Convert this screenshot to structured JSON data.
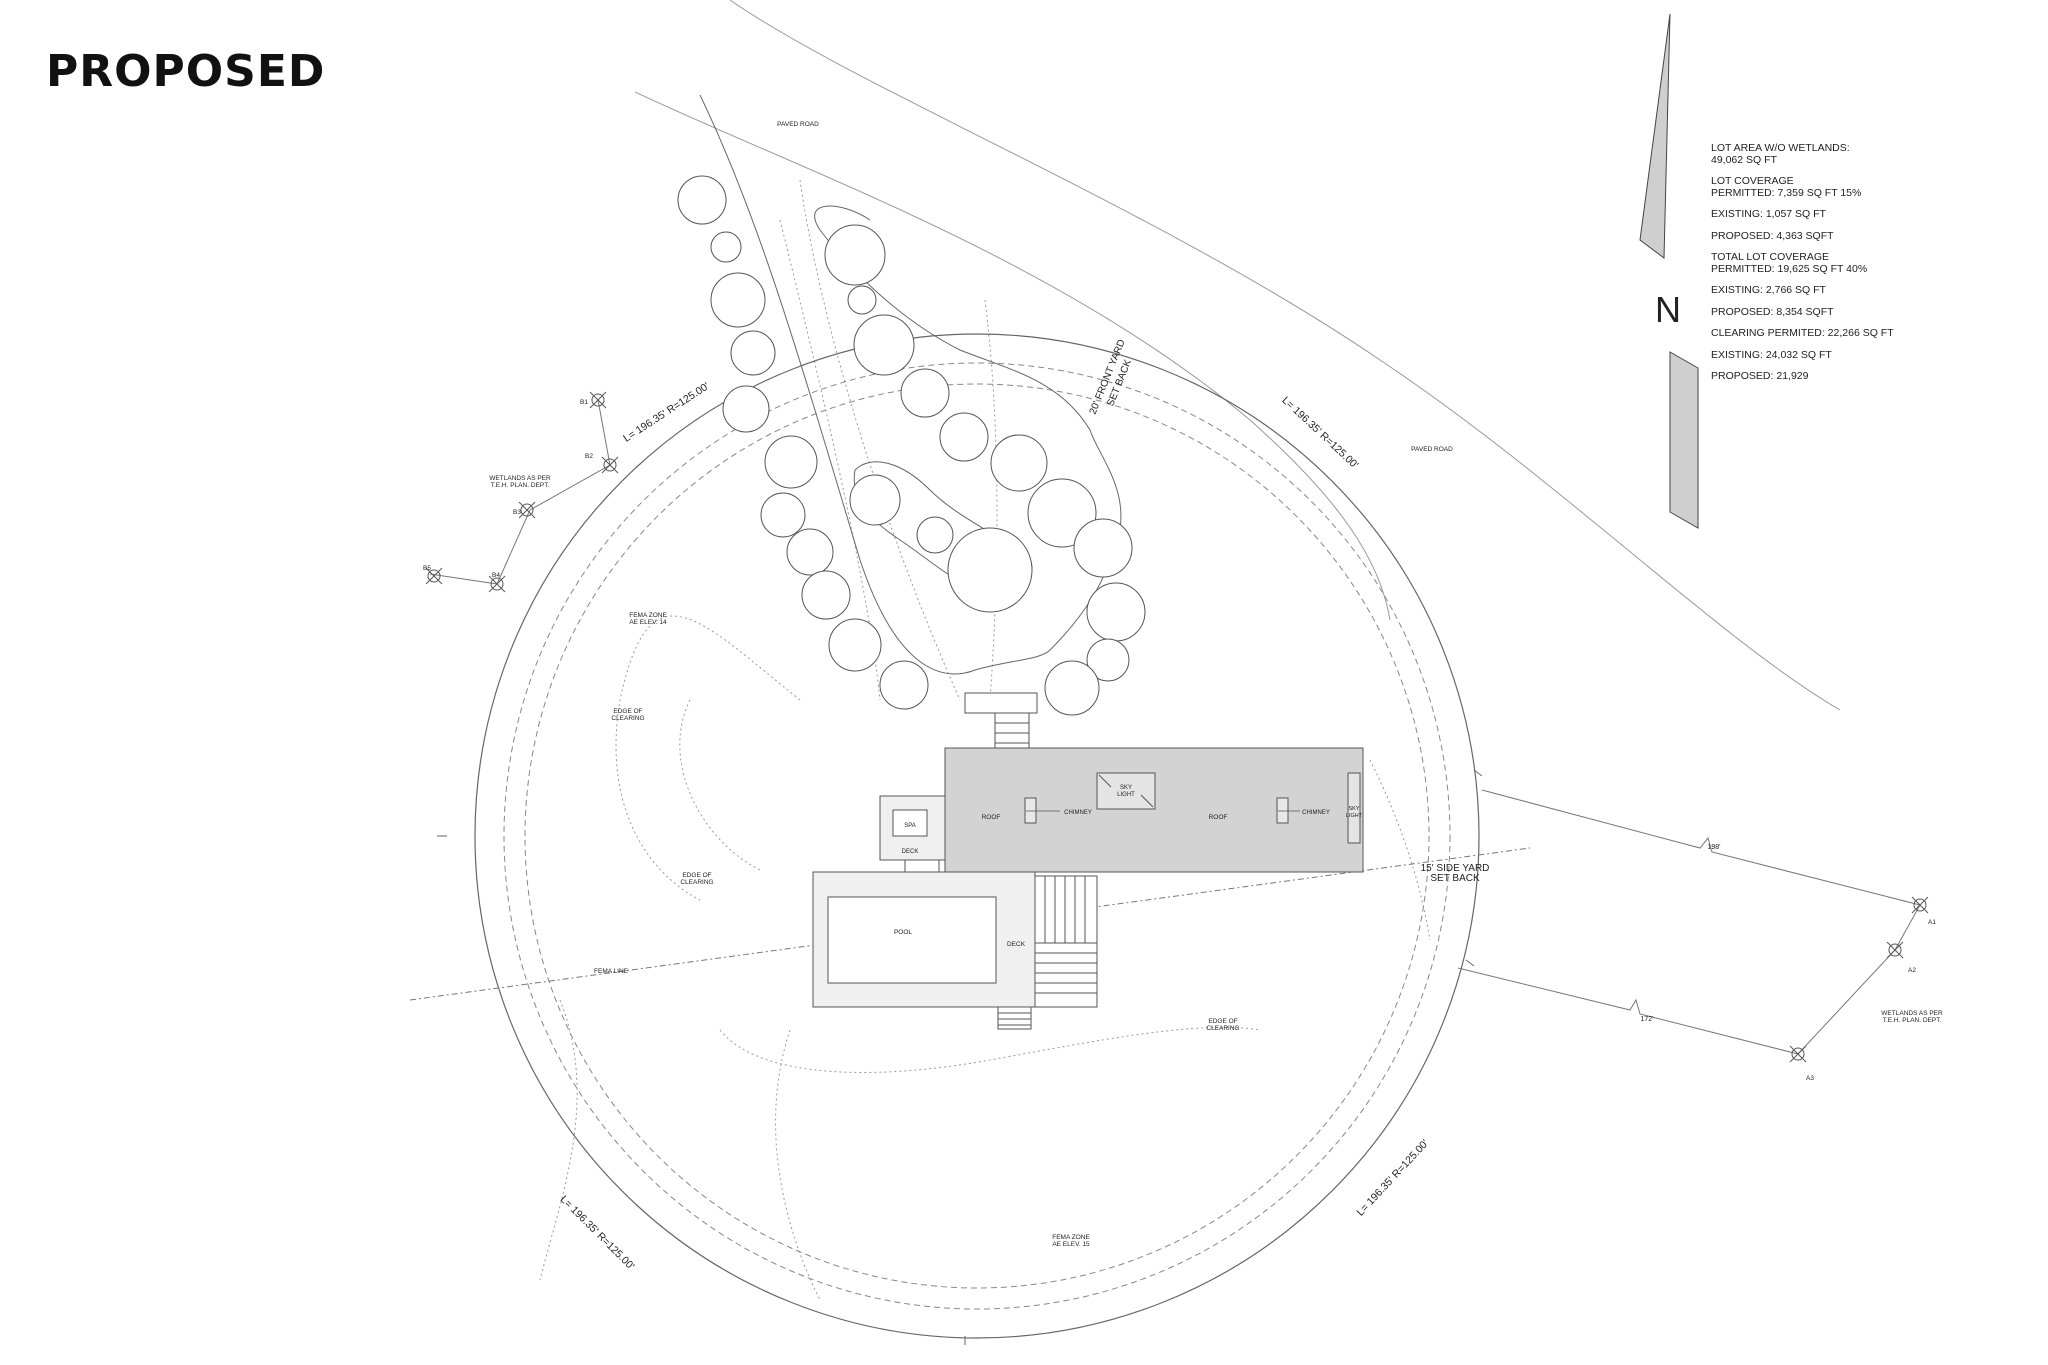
{
  "title": "PROPOSED",
  "north": {
    "label": "N"
  },
  "stats": [
    {
      "line1": "LOT AREA W/O WETLANDS:",
      "line2": "49,062 SQ FT"
    },
    {
      "line1": "LOT COVERAGE",
      "line2": "PERMITTED: 7,359 SQ FT 15%"
    },
    {
      "line1": "EXISTING: 1,057 SQ FT",
      "line2": ""
    },
    {
      "line1": "PROPOSED: 4,363 SQFT",
      "line2": ""
    },
    {
      "line1": "TOTAL LOT COVERAGE",
      "line2": "PERMITTED: 19,625 SQ FT 40%"
    },
    {
      "line1": "EXISTING: 2,766 SQ FT",
      "line2": ""
    },
    {
      "line1": "PROPOSED: 8,354 SQFT",
      "line2": ""
    },
    {
      "line1": "CLEARING PERMITED: 22,266 SQ FT",
      "line2": ""
    },
    {
      "line1": "EXISTING: 24,032 SQ FT",
      "line2": ""
    },
    {
      "line1": "PROPOSED: 21,929",
      "line2": ""
    }
  ],
  "labels": {
    "paved_road_top": "PAVED ROAD",
    "paved_road_right": "PAVED ROAD",
    "arc_nw": "L= 196.35'   R=125.00'",
    "arc_ne": "L= 196.35'   R=125.00'",
    "arc_sw": "L= 196.35'   R=125.00'",
    "arc_se": "L= 196.35'   R=125.00'",
    "front_setback_1": "20' FRONT YARD",
    "front_setback_2": "SET BACK",
    "side_setback_1": "15' SIDE YARD",
    "side_setback_2": "SET BACK",
    "wetlands_left_1": "WETLANDS AS PER",
    "wetlands_left_2": "T.E.H. PLAN. DEPT.",
    "wetlands_right_1": "WETLANDS AS PER",
    "wetlands_right_2": "T.E.H. PLAN. DEPT.",
    "fema_zone_14_1": "FEMA ZONE",
    "fema_zone_14_2": "AE ELEV. 14",
    "fema_zone_15_1": "FEMA ZONE",
    "fema_zone_15_2": "AE ELEV. 15",
    "fema_line": "FEMA LINE",
    "edge_clearing_a_1": "EDGE OF",
    "edge_clearing_a_2": "CLEARING",
    "edge_clearing_b_1": "EDGE OF",
    "edge_clearing_b_2": "CLEARING",
    "edge_clearing_c_1": "EDGE OF",
    "edge_clearing_c_2": "CLEARING",
    "roof_1": "ROOF",
    "roof_2": "ROOF",
    "chimney_1": "CHIMNEY",
    "chimney_2": "CHIMNEY",
    "skylight_1a": "SKY",
    "skylight_1b": "LIGHT",
    "skylight_2a": "SKY",
    "skylight_2b": "LIGHT",
    "spa": "SPA",
    "deck_spa": "DECK",
    "pool": "POOL",
    "deck_pool": "DECK",
    "dim_198": "198'",
    "dim_172": "172'",
    "pt_b1": "B1",
    "pt_b2": "B2",
    "pt_b3": "B3",
    "pt_b4": "B4",
    "pt_b5": "B5",
    "pt_a1": "A1",
    "pt_a2": "A2",
    "pt_a3": "A3"
  },
  "colors": {
    "building_fill": "#d3d3d3",
    "line": "#555555",
    "light_line": "#9a9a9a"
  }
}
